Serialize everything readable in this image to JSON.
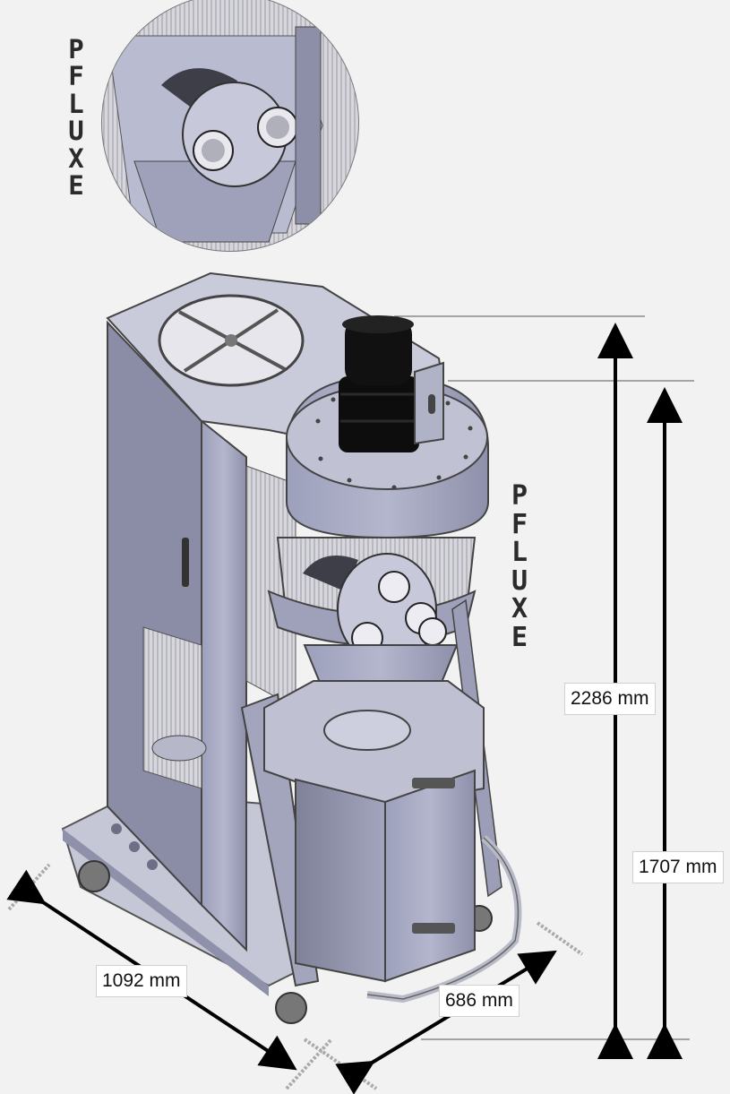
{
  "brand": {
    "letters": [
      "P",
      "F",
      "L",
      "U",
      "X",
      "E"
    ]
  },
  "dimensions": {
    "height_total": "2286 mm",
    "height_inlet": "1707 mm",
    "depth": "1092 mm",
    "width": "686 mm"
  },
  "colors": {
    "background": "#f2f2f2",
    "body": "#a9abc4",
    "body_dark": "#8c8ea9",
    "body_light": "#c6c8d9",
    "motor": "#0d0d0d",
    "arrow": "#000000",
    "brand_accent": "#e0a000"
  }
}
